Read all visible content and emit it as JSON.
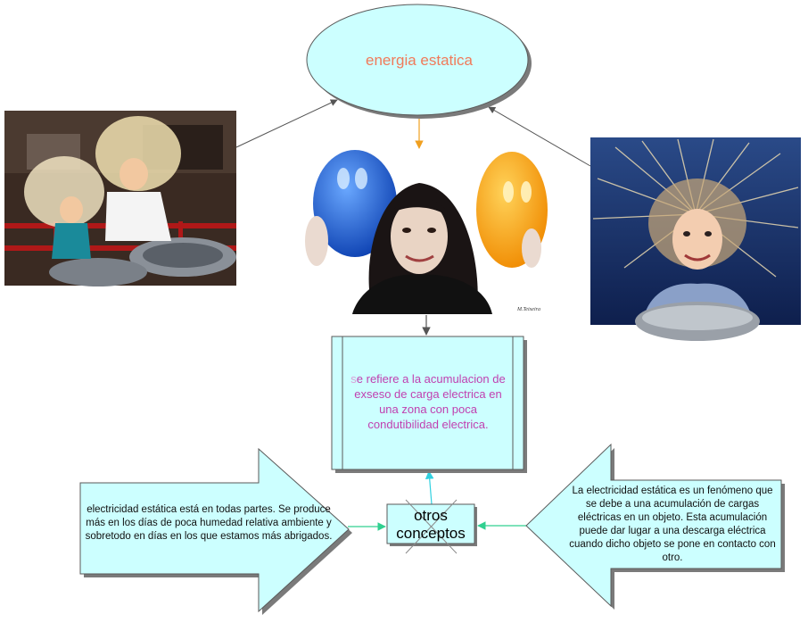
{
  "colors": {
    "node_fill": "#ccffff",
    "node_stroke": "#5a5a5a",
    "title_text": "#f07a5a",
    "definition_text": "#c040b0",
    "connector_gray": "#555555",
    "connector_orange": "#f0a020",
    "connector_cyan": "#30d0e0",
    "connector_green": "#30d090"
  },
  "title": {
    "text": "energia estatica"
  },
  "definition": {
    "first_letter": "s",
    "rest": "e refiere a la acumulacion de exseso de carga electrica en una zona con poca condutibilidad electrica."
  },
  "center": {
    "text": "otros conceptos"
  },
  "left_arrow": {
    "text": "electricidad estática está en todas partes. Se produce más en los días de poca humedad relativa ambiente y sobretodo en días en los que estamos más abrigados."
  },
  "right_arrow": {
    "text": "La electricidad estática es un fenómeno que se debe a una acumulación de cargas eléctricas en un objeto. Esta acumulación puede dar lugar a una descarga eléctrica cuando dicho objeto se pone en contacto con otro."
  },
  "images": {
    "left_photo_icon": "photo-kids-static-hair",
    "center_photo_icon": "photo-girl-balloons",
    "right_photo_icon": "photo-girl-plasma-ball",
    "center_photo_signature": "M.Teixeira"
  }
}
